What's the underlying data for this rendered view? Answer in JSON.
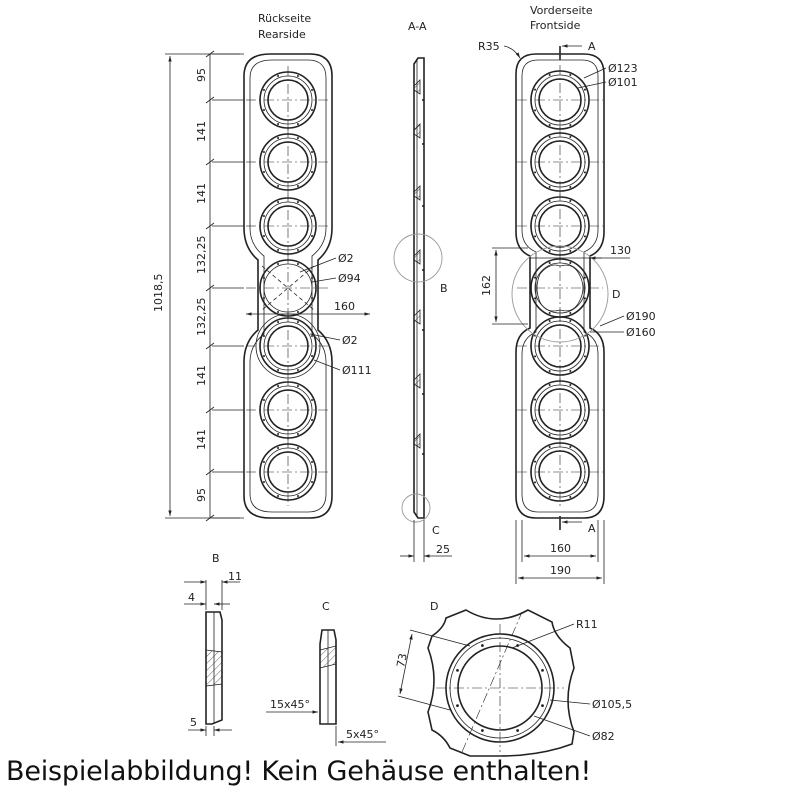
{
  "views": {
    "rear": {
      "title_de": "Rückseite",
      "title_en": "Rearside"
    },
    "section": {
      "title": "A-A"
    },
    "front": {
      "title_de": "Vorderseite",
      "title_en": "Frontside"
    }
  },
  "dims_rear": {
    "total": "1018,5",
    "top": "95",
    "s1": "141",
    "s2": "141",
    "s3": "132,25",
    "s4": "132,25",
    "s5": "141",
    "s6": "141",
    "bottom": "95",
    "width": "160",
    "d_small_a": "Ø2",
    "d94": "Ø94",
    "d_small_b": "Ø2",
    "d111": "Ø111"
  },
  "dims_section": {
    "thick": "25",
    "marker_b": "B",
    "marker_c": "C"
  },
  "dims_front": {
    "r35": "R35",
    "section_a": "A",
    "d123": "Ø123",
    "d101": "Ø101",
    "w130": "130",
    "h162": "162",
    "marker_d": "D",
    "d190": "Ø190",
    "d160": "Ø160",
    "w160": "160",
    "w190": "190"
  },
  "details": {
    "b": {
      "title": "B",
      "d11": "11",
      "d4": "4",
      "d5": "5"
    },
    "c": {
      "title": "C",
      "ch1": "15x45°",
      "ch2": "5x45°"
    },
    "d": {
      "title": "D",
      "d73": "73",
      "r11": "R11",
      "d105": "Ø105,5",
      "d82": "Ø82"
    }
  },
  "caption": "Beispielabbildung! Kein Gehäuse enthalten!"
}
